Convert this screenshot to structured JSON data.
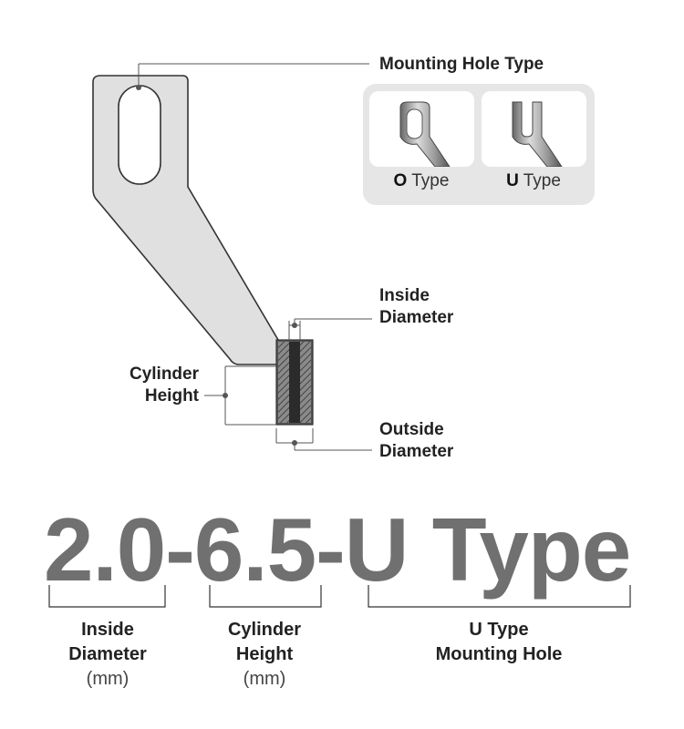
{
  "callouts": {
    "mounting_hole_type": "Mounting Hole Type",
    "inside_diameter": [
      "Inside",
      "Diameter"
    ],
    "cylinder_height": [
      "Cylinder",
      "Height"
    ],
    "outside_diameter": [
      "Outside",
      "Diameter"
    ]
  },
  "types": [
    {
      "letter": "O",
      "word": "Type"
    },
    {
      "letter": "U",
      "word": "Type"
    }
  ],
  "code": {
    "part1": "2.0",
    "dash1": "-",
    "part2": "6.5",
    "dash2": "-",
    "part3": "U Type"
  },
  "legend": [
    {
      "lines": [
        "Inside",
        "Diameter"
      ],
      "unit": "(mm)"
    },
    {
      "lines": [
        "Cylinder",
        "Height"
      ],
      "unit": "(mm)"
    },
    {
      "lines": [
        "U Type",
        "Mounting Hole"
      ],
      "unit": ""
    }
  ],
  "colors": {
    "part_fill": "#e0e0e0",
    "part_stroke": "#333333",
    "code_text": "#707070",
    "inset_bg": "#e6e6e6"
  }
}
